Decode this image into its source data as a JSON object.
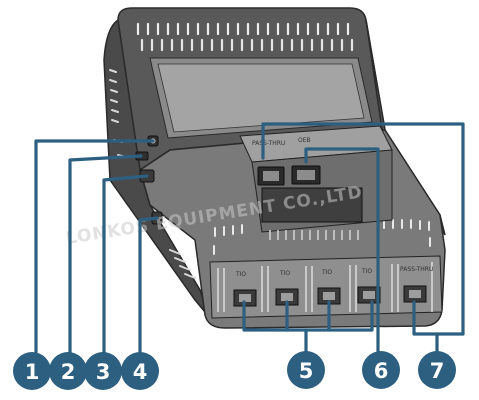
{
  "diagram": {
    "colors": {
      "callout": "#2c5f80",
      "device_dark": "#4a4a4a",
      "device_mid": "#6b6b6b",
      "device_light": "#9a9a9a",
      "panel": "#bdbdbd"
    },
    "watermark": "LONKOS EQUIPMENT CO.,LTD",
    "port_labels": {
      "pass": "PASS-THRU",
      "oeb": "OEB",
      "p1": "TIO",
      "p2": "TIO",
      "p3": "TIO",
      "p4": "TIO",
      "p5": "PASS-THRU"
    },
    "callouts": [
      {
        "label": "1"
      },
      {
        "label": "2"
      },
      {
        "label": "3"
      },
      {
        "label": "4"
      },
      {
        "label": "5"
      },
      {
        "label": "6"
      },
      {
        "label": "7"
      }
    ]
  }
}
